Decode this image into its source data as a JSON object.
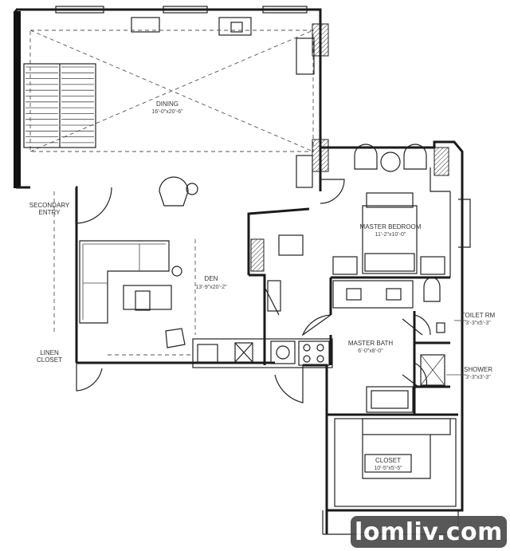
{
  "rooms": {
    "dining": {
      "name": "DINING",
      "dims": "16'-0\"x20'-6\""
    },
    "den": {
      "name": "DEN",
      "dims": "13'-9\"x20'-2\""
    },
    "master_bedroom": {
      "name": "MASTER BEDROOM",
      "dims": "11'-2\"x10'-0\""
    },
    "master_bath": {
      "name": "MASTER BATH",
      "dims": "6'-0\"x8'-0\""
    },
    "toilet_rm": {
      "name": "TOILET RM",
      "dims": "3'-3\"x5'-3\""
    },
    "shower": {
      "name": "SHOWER",
      "dims": "3'-3\"x3'-3\""
    },
    "closet": {
      "name": "CLOSET",
      "dims": "10'-5\"x5'-5\""
    },
    "secondary_entry": {
      "line1": "SECONDARY",
      "line2": "ENTRY"
    },
    "linen_closet": {
      "line1": "LINEN",
      "line2": "CLOSET"
    }
  },
  "watermark": "lomliv.com"
}
